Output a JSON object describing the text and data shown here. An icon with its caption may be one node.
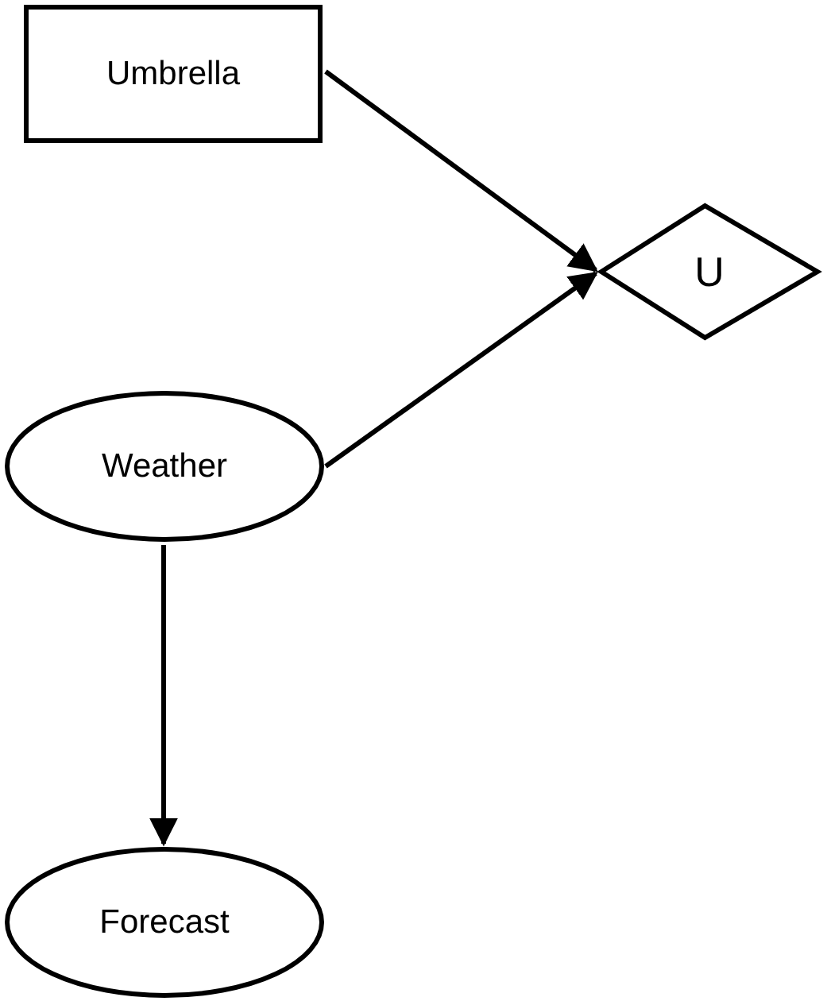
{
  "diagram": {
    "nodes": [
      {
        "text": [
          "Umbrella"
        ]
      },
      {
        "text": [
          "U"
        ]
      },
      {
        "text": [
          "Weather"
        ]
      },
      {
        "text": [
          "Forecast"
        ]
      }
    ],
    "edges": [
      {
        "from": 0,
        "to": 1,
        "arrow": "to"
      },
      {
        "from": 2,
        "to": 1,
        "arrow": "to"
      },
      {
        "from": 2,
        "to": 3,
        "arrow": "to"
      }
    ]
  }
}
